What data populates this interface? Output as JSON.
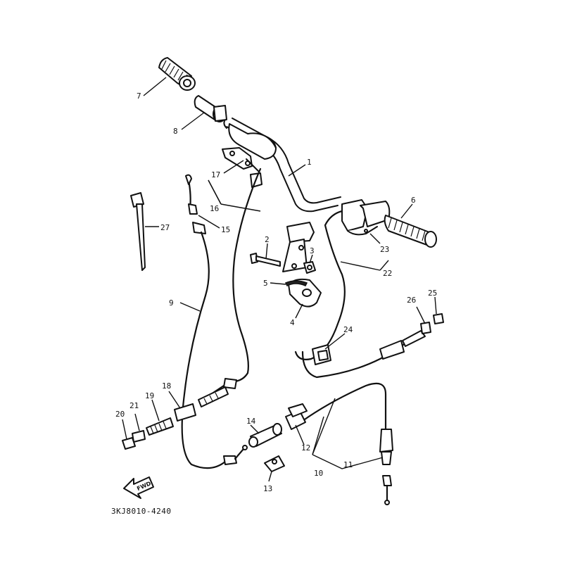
{
  "diagram": {
    "drawing_code": "3KJ8010-4240",
    "front_arrow_label": "FWD",
    "callouts": [
      {
        "id": "1",
        "label": "1"
      },
      {
        "id": "2",
        "label": "2"
      },
      {
        "id": "3",
        "label": "3"
      },
      {
        "id": "4",
        "label": "4"
      },
      {
        "id": "5",
        "label": "5"
      },
      {
        "id": "6",
        "label": "6"
      },
      {
        "id": "7",
        "label": "7"
      },
      {
        "id": "8",
        "label": "8"
      },
      {
        "id": "9",
        "label": "9"
      },
      {
        "id": "10",
        "label": "10"
      },
      {
        "id": "11",
        "label": "11"
      },
      {
        "id": "12",
        "label": "12"
      },
      {
        "id": "13",
        "label": "13"
      },
      {
        "id": "14",
        "label": "14"
      },
      {
        "id": "15",
        "label": "15"
      },
      {
        "id": "16",
        "label": "16"
      },
      {
        "id": "17",
        "label": "17"
      },
      {
        "id": "18",
        "label": "18"
      },
      {
        "id": "19",
        "label": "19"
      },
      {
        "id": "20",
        "label": "20"
      },
      {
        "id": "21",
        "label": "21"
      },
      {
        "id": "22",
        "label": "22"
      },
      {
        "id": "23",
        "label": "23"
      },
      {
        "id": "24",
        "label": "24"
      },
      {
        "id": "25",
        "label": "25"
      },
      {
        "id": "26",
        "label": "26"
      },
      {
        "id": "27",
        "label": "27"
      }
    ]
  }
}
